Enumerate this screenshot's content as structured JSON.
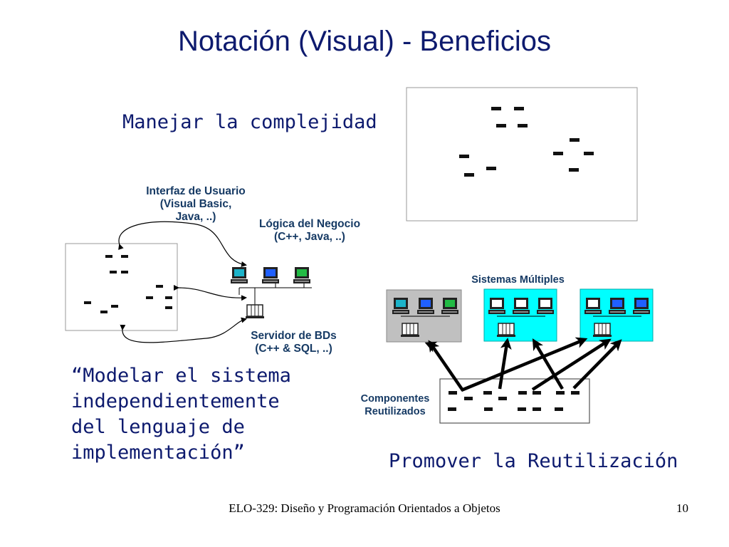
{
  "slide": {
    "title": "Notación (Visual) - Beneficios",
    "subtitle": "Manejar la complejidad",
    "quote": "“Modelar el sistema independientemente del lenguaje de implementación”",
    "reuse_text": "Promover la Reutilización",
    "footer": "ELO-329: Diseño y Programación Orientados a Objetos",
    "page_number": "10"
  },
  "diagram": {
    "ui_label": "Interfaz de Usuario\n(Visual Basic,\nJava, ..)",
    "logic_label": "Lógica del Negocio\n(C++, Java, ..)",
    "db_label": "Servidor de BDs\n(C++ & SQL, ..)",
    "multi_label": "Sistemas Múltiples",
    "components_label": "Componentes\nReutilizados"
  },
  "colors": {
    "title": "#0d1a6e",
    "label": "#163a64",
    "cyan_panel": "#00ffff",
    "gray_panel": "#c0c0c0"
  }
}
